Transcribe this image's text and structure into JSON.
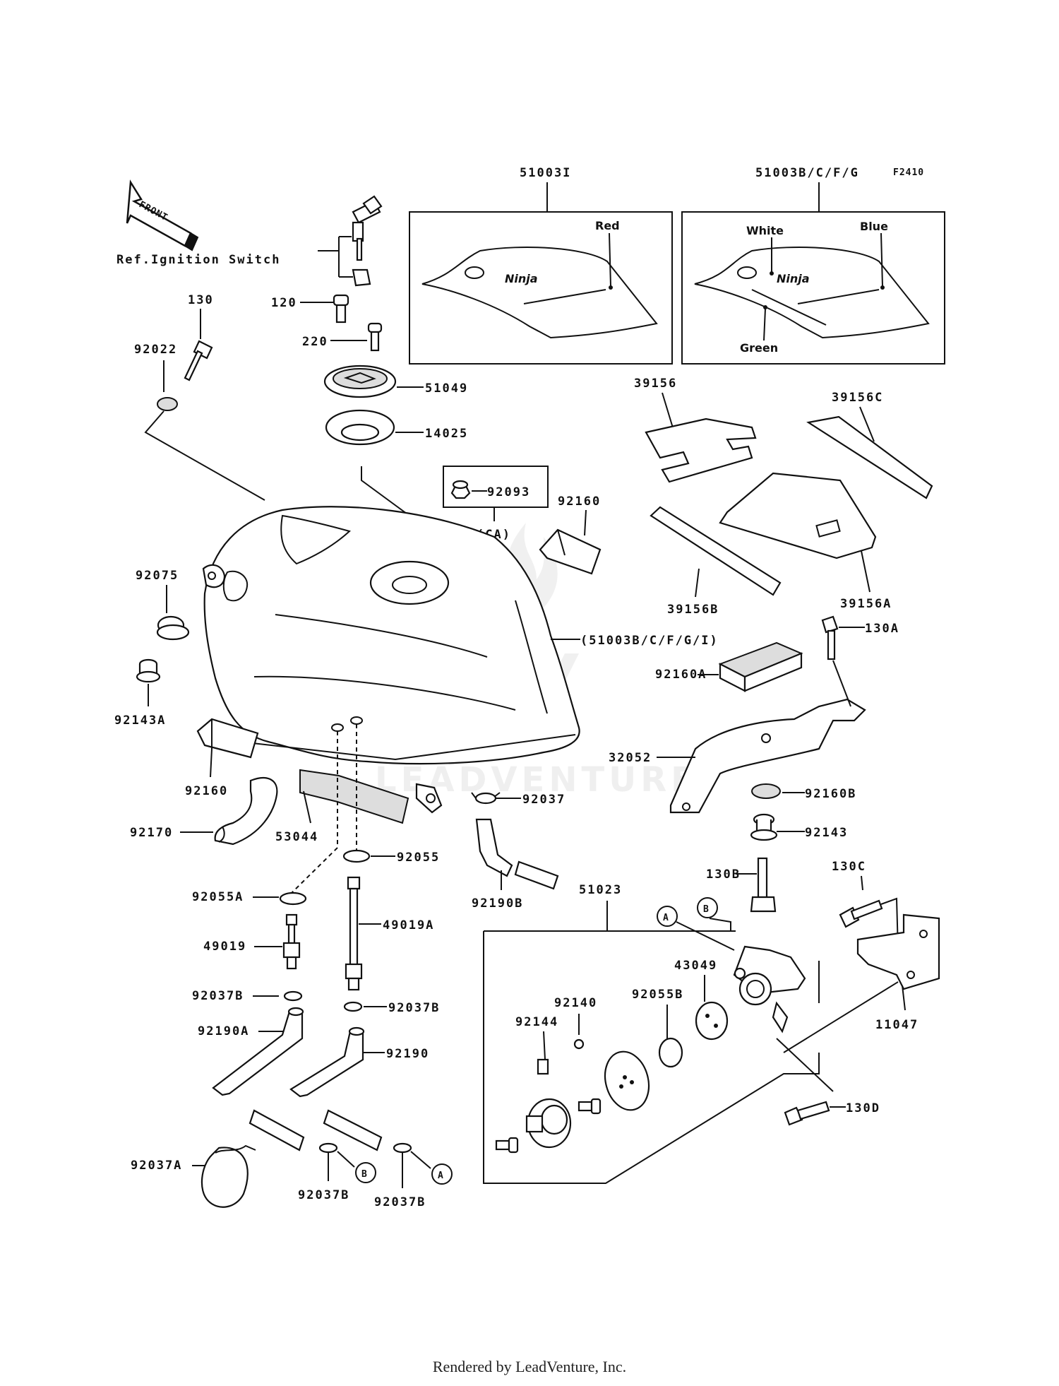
{
  "diagram_code": "F2410",
  "front_label": "FRONT",
  "ref_label": "Ref.Ignition Switch",
  "footer": "Rendered by LeadVenture, Inc.",
  "watermark": "LEADVENTURE",
  "decal_logo": "Ninja",
  "callouts": {
    "a": "A",
    "b": "B"
  },
  "colors": {
    "red": "Red",
    "white": "White",
    "blue": "Blue",
    "green": "Green"
  },
  "parts": {
    "p130": "130",
    "p92022": "92022",
    "p120": "120",
    "p220": "220",
    "p51049": "51049",
    "p14025": "14025",
    "p51003I": "51003I",
    "p51003BCFG": "51003B/C/F/G",
    "p39156": "39156",
    "p39156C": "39156C",
    "p39156A": "39156A",
    "p39156B": "39156B",
    "p92093": "92093",
    "pCA": "(CA)",
    "p92160_top": "92160",
    "p92075": "92075",
    "p92143A": "92143A",
    "p51003_all": "(51003B/C/F/G/I)",
    "p130A": "130A",
    "p92160A": "92160A",
    "p32052": "32052",
    "p92160B": "92160B",
    "p92143": "92143",
    "p130B": "130B",
    "p130C": "130C",
    "p11047": "11047",
    "p92160_low": "92160",
    "p92170": "92170",
    "p53044": "53044",
    "p92037": "92037",
    "p92055": "92055",
    "p92190B": "92190B",
    "p51023": "51023",
    "p92055A": "92055A",
    "p49019A": "49019A",
    "p49019": "49019",
    "p43049": "43049",
    "p92055B": "92055B",
    "p92140": "92140",
    "p92144": "92144",
    "p92037B_l": "92037B",
    "p92037B_r": "92037B",
    "p92190A": "92190A",
    "p92190": "92190",
    "p130D": "130D",
    "p92037A": "92037A",
    "p92037B_b1": "92037B",
    "p92037B_b2": "92037B"
  }
}
